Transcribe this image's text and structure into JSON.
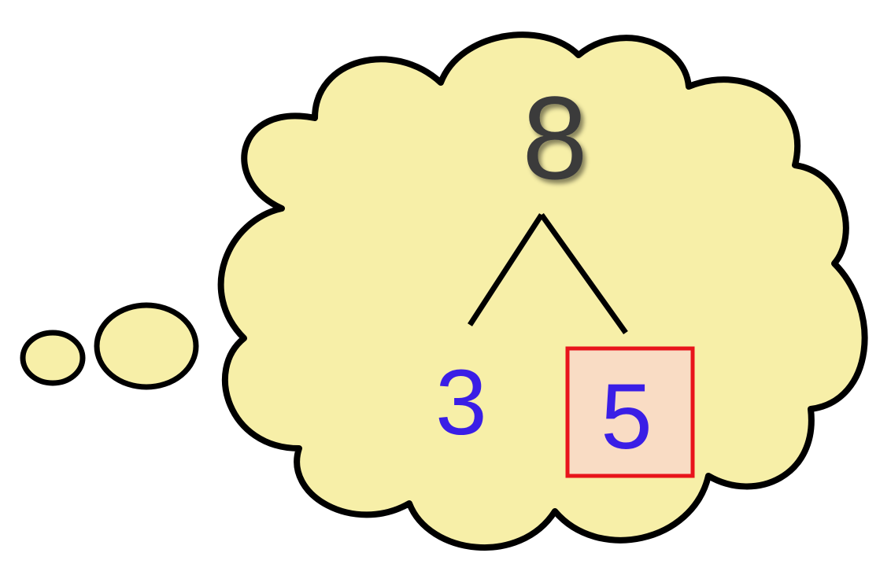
{
  "number_bond": {
    "whole": "8",
    "part_left": "3",
    "part_right": "5",
    "highlighted_part": "part_right"
  },
  "colors": {
    "cloud_fill": "#f7efa8",
    "outline": "#000000",
    "whole_text": "#3a3a3a",
    "part_text": "#3a1ee6",
    "highlight_border": "#e8141b",
    "highlight_fill": "#f9dcc4"
  }
}
